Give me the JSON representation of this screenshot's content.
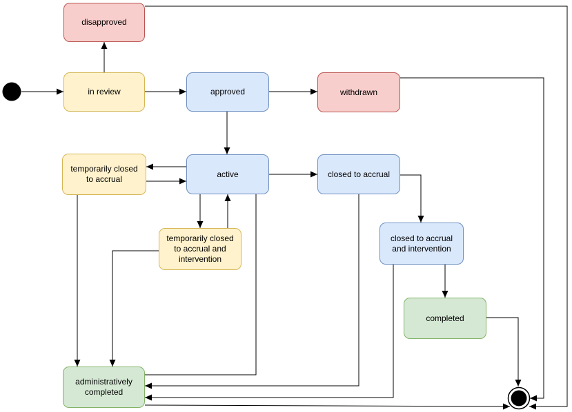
{
  "diagram": {
    "type": "state-machine",
    "background": "#FFFFFF",
    "colors": {
      "yellow_fill": "#FFF2CC",
      "yellow_stroke": "#D6B656",
      "blue_fill": "#DAE8FC",
      "blue_stroke": "#6C8EBF",
      "red_fill": "#F8CECC",
      "red_stroke": "#B85450",
      "green_fill": "#D5E8D4",
      "green_stroke": "#82B366",
      "edge_stroke": "#000000",
      "text": "#000000"
    },
    "nodes": {
      "start": {
        "label": "",
        "kind": "initial-state"
      },
      "disapproved": {
        "label": "disapproved",
        "color": "red"
      },
      "in_review": {
        "label": "in review",
        "color": "yellow"
      },
      "approved": {
        "label": "approved",
        "color": "blue"
      },
      "withdrawn": {
        "label": "withdrawn",
        "color": "red"
      },
      "temporarily_closed_to_accrual": {
        "label": "temporarily closed to accrual",
        "color": "yellow"
      },
      "active": {
        "label": "active",
        "color": "blue"
      },
      "closed_to_accrual": {
        "label": "closed to accrual",
        "color": "blue"
      },
      "temporarily_closed_to_accrual_and_intervention": {
        "label": "temporarily closed to accrual and intervention",
        "color": "yellow"
      },
      "closed_to_accrual_and_intervention": {
        "label": "closed to accrual and intervention",
        "color": "blue"
      },
      "completed": {
        "label": "completed",
        "color": "green"
      },
      "administratively_completed": {
        "label": "administratively completed",
        "color": "green"
      },
      "end": {
        "label": "",
        "kind": "final-state"
      }
    },
    "edges": [
      {
        "from": "start",
        "to": "in_review",
        "arrow": true
      },
      {
        "from": "in_review",
        "to": "disapproved",
        "arrow": true
      },
      {
        "from": "in_review",
        "to": "approved",
        "arrow": true
      },
      {
        "from": "approved",
        "to": "withdrawn",
        "arrow": true
      },
      {
        "from": "approved",
        "to": "active",
        "arrow": true
      },
      {
        "from": "active",
        "to": "temporarily_closed_to_accrual",
        "arrow": true
      },
      {
        "from": "temporarily_closed_to_accrual",
        "to": "active",
        "arrow": true
      },
      {
        "from": "active",
        "to": "temporarily_closed_to_accrual_and_intervention",
        "arrow": true
      },
      {
        "from": "temporarily_closed_to_accrual_and_intervention",
        "to": "active",
        "arrow": true
      },
      {
        "from": "active",
        "to": "closed_to_accrual",
        "arrow": true
      },
      {
        "from": "closed_to_accrual",
        "to": "closed_to_accrual_and_intervention",
        "arrow": true
      },
      {
        "from": "closed_to_accrual_and_intervention",
        "to": "completed",
        "arrow": true
      },
      {
        "from": "completed",
        "to": "end",
        "arrow": true
      },
      {
        "from": "temporarily_closed_to_accrual",
        "to": "administratively_completed",
        "arrow": true
      },
      {
        "from": "temporarily_closed_to_accrual_and_intervention",
        "to": "administratively_completed",
        "arrow": true
      },
      {
        "from": "active",
        "to": "administratively_completed",
        "arrow": false
      },
      {
        "from": "closed_to_accrual",
        "to": "administratively_completed",
        "arrow": true
      },
      {
        "from": "closed_to_accrual_and_intervention",
        "to": "administratively_completed",
        "arrow": true
      },
      {
        "from": "administratively_completed",
        "to": "end",
        "arrow": true
      },
      {
        "from": "withdrawn",
        "to": "end",
        "arrow": true
      },
      {
        "from": "disapproved",
        "to": "end",
        "arrow": true
      }
    ]
  }
}
